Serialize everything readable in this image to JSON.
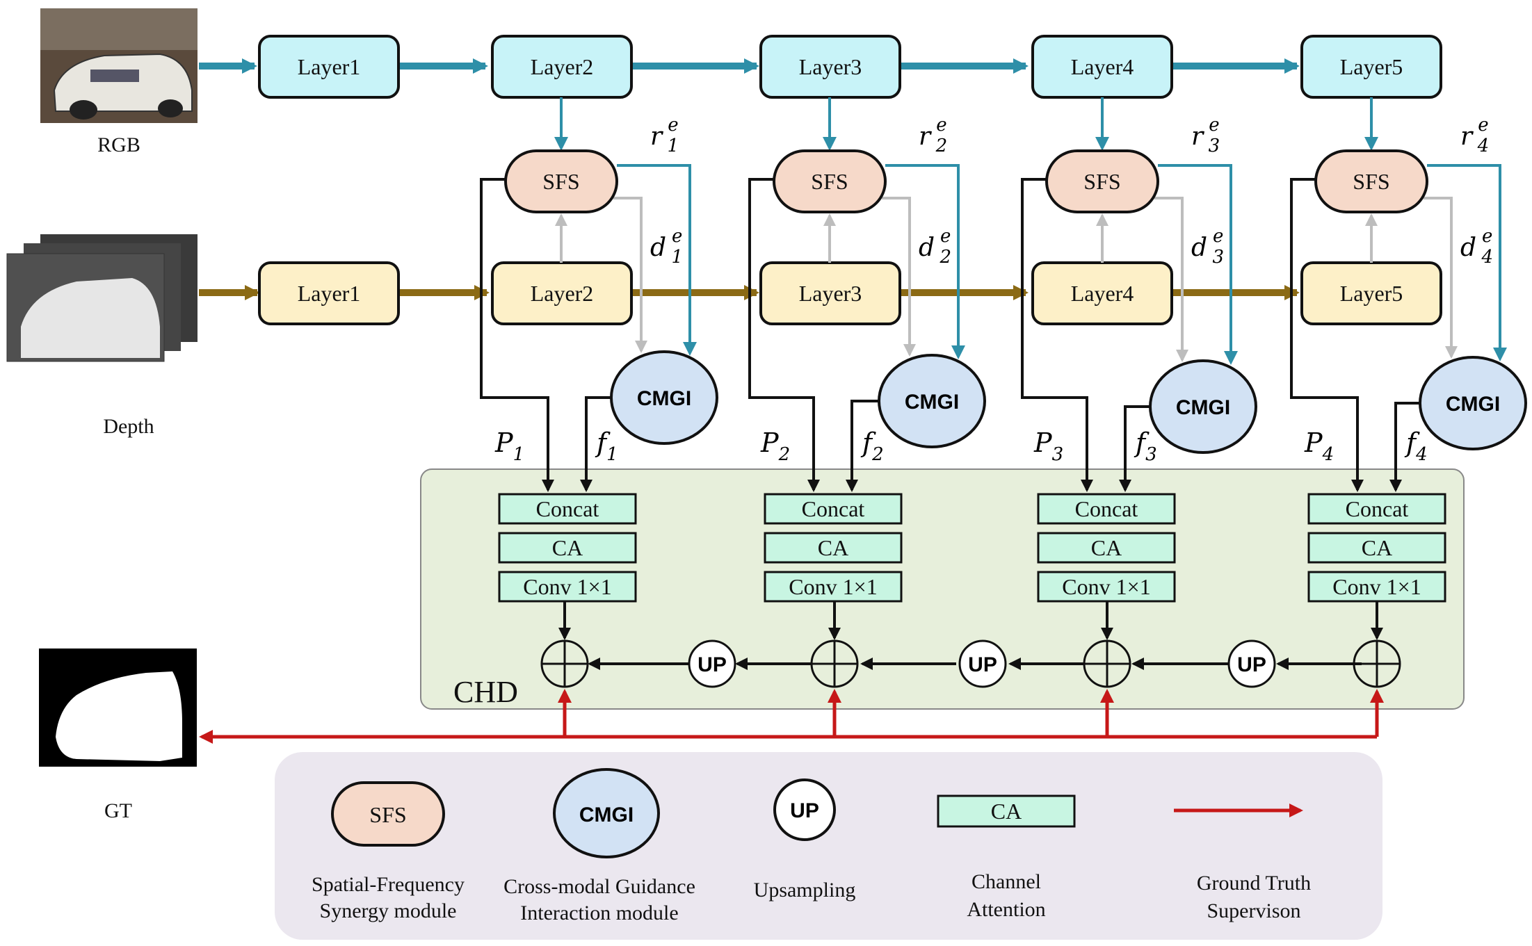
{
  "colors": {
    "rgb_stream": "#2e8fa8",
    "depth_stream": "#8b6a15",
    "layer_rgb_fill": "#c8f3f8",
    "layer_depth_fill": "#fdf0c8",
    "sfs_fill": "#f6d9c9",
    "cmgi_fill": "#d2e2f4",
    "chd_fill": "#e7efdb",
    "ca_fill": "#c8f5e2",
    "gt_arrow": "#c61818",
    "legend_fill": "#ebe7ef",
    "gray_arrow": "#bdbdbd"
  },
  "inputs": {
    "rgb_label": "RGB",
    "depth_label": "Depth",
    "gt_label": "GT"
  },
  "rgb_layers": [
    "Layer1",
    "Layer2",
    "Layer3",
    "Layer4",
    "Layer5"
  ],
  "depth_layers": [
    "Layer1",
    "Layer2",
    "Layer3",
    "Layer4",
    "Layer5"
  ],
  "stages": [
    {
      "sfs": "SFS",
      "cmgi": "CMGI",
      "r_base": "r",
      "r_sub": "1",
      "r_sup": "e",
      "d_base": "d",
      "d_sub": "1",
      "d_sup": "e",
      "p_base": "P",
      "p_sub": "1",
      "f_base": "f",
      "f_sub": "1",
      "concat": "Concat",
      "ca": "CA",
      "conv": "Conv 1×1"
    },
    {
      "sfs": "SFS",
      "cmgi": "CMGI",
      "r_base": "r",
      "r_sub": "2",
      "r_sup": "e",
      "d_base": "d",
      "d_sub": "2",
      "d_sup": "e",
      "p_base": "P",
      "p_sub": "2",
      "f_base": "f",
      "f_sub": "2",
      "concat": "Concat",
      "ca": "CA",
      "conv": "Conv 1×1"
    },
    {
      "sfs": "SFS",
      "cmgi": "CMGI",
      "r_base": "r",
      "r_sub": "3",
      "r_sup": "e",
      "d_base": "d",
      "d_sub": "3",
      "d_sup": "e",
      "p_base": "P",
      "p_sub": "3",
      "f_base": "f",
      "f_sub": "3",
      "concat": "Concat",
      "ca": "CA",
      "conv": "Conv 1×1"
    },
    {
      "sfs": "SFS",
      "cmgi": "CMGI",
      "r_base": "r",
      "r_sub": "4",
      "r_sup": "e",
      "d_base": "d",
      "d_sub": "4",
      "d_sup": "e",
      "p_base": "P",
      "p_sub": "4",
      "f_base": "f",
      "f_sub": "4",
      "concat": "Concat",
      "ca": "CA",
      "conv": "Conv 1×1"
    }
  ],
  "upsample_label": "UP",
  "chd_label": "CHD",
  "legend": {
    "sfs_shape": "SFS",
    "sfs_desc_1": "Spatial-Frequency",
    "sfs_desc_2": "Synergy module",
    "cmgi_shape": "CMGI",
    "cmgi_desc_1": "Cross-modal Guidance",
    "cmgi_desc_2": "Interaction  module",
    "up_shape": "UP",
    "up_desc": "Upsampling",
    "ca_shape": "CA",
    "ca_desc_1": "Channel",
    "ca_desc_2": "Attention",
    "gt_desc_1": "Ground Truth",
    "gt_desc_2": "Supervison"
  }
}
